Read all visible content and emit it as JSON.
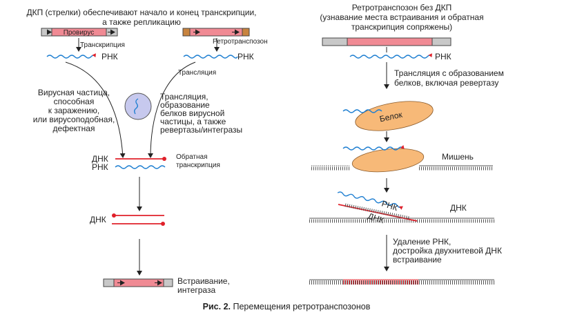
{
  "left": {
    "title_line1": "ДКП (стрелки) обеспечивают начало и конец транскрипции,",
    "title_line2": "а также репликацию",
    "provirus_label": "Провирус",
    "retrotransposon_label": "Ретротранспозон",
    "transcription_label": "Транскрипция",
    "rna_label_a": "РНК",
    "rna_label_b": "РНК",
    "translation_label": "Трансляция",
    "virus_particle_lines": [
      "Вирусная частица,",
      "способная",
      "к заражению,",
      "или вирусоподобная,",
      "дефектная"
    ],
    "translation_formation_lines": [
      "Трансляция,",
      "образование",
      "белков вирусной",
      "частицы, а также",
      "ревертазы/интегразы"
    ],
    "dna_label": "ДНК",
    "rna_label_c": "РНК",
    "reverse_transcription_lines": [
      "Обратная",
      "транскрипция"
    ],
    "dna_label_2": "ДНК",
    "integration_lines": [
      "Встраивание,",
      "интеграза"
    ]
  },
  "right": {
    "title_lines": [
      "Ретротранспозон без ДКП",
      "(узнавание места встраивания и обратная",
      "транскрипция сопряжены)"
    ],
    "rna_label": "РНК",
    "translation_lines": [
      "Трансляция с образованием",
      "белков, включая ревертазу"
    ],
    "protein_label": "Белок",
    "target_label": "Мишень",
    "rna_label_2": "РНК",
    "dna_label_top": "ДНК",
    "dna_label_bottom": "ДНК",
    "removal_lines": [
      "Удаление РНК,",
      "достройка двухнитевой ДНК",
      "встраивание"
    ]
  },
  "caption": {
    "bold": "Рис. 2.",
    "text": " Перемещения ретротранспозонов"
  },
  "colors": {
    "pink": "#f08a94",
    "brown": "#c8843f",
    "gray": "#c8c8c8",
    "blue": "#1f7fd1",
    "red": "#e0202a",
    "protein": "#f7b978",
    "particle": "#c7c9ee"
  }
}
